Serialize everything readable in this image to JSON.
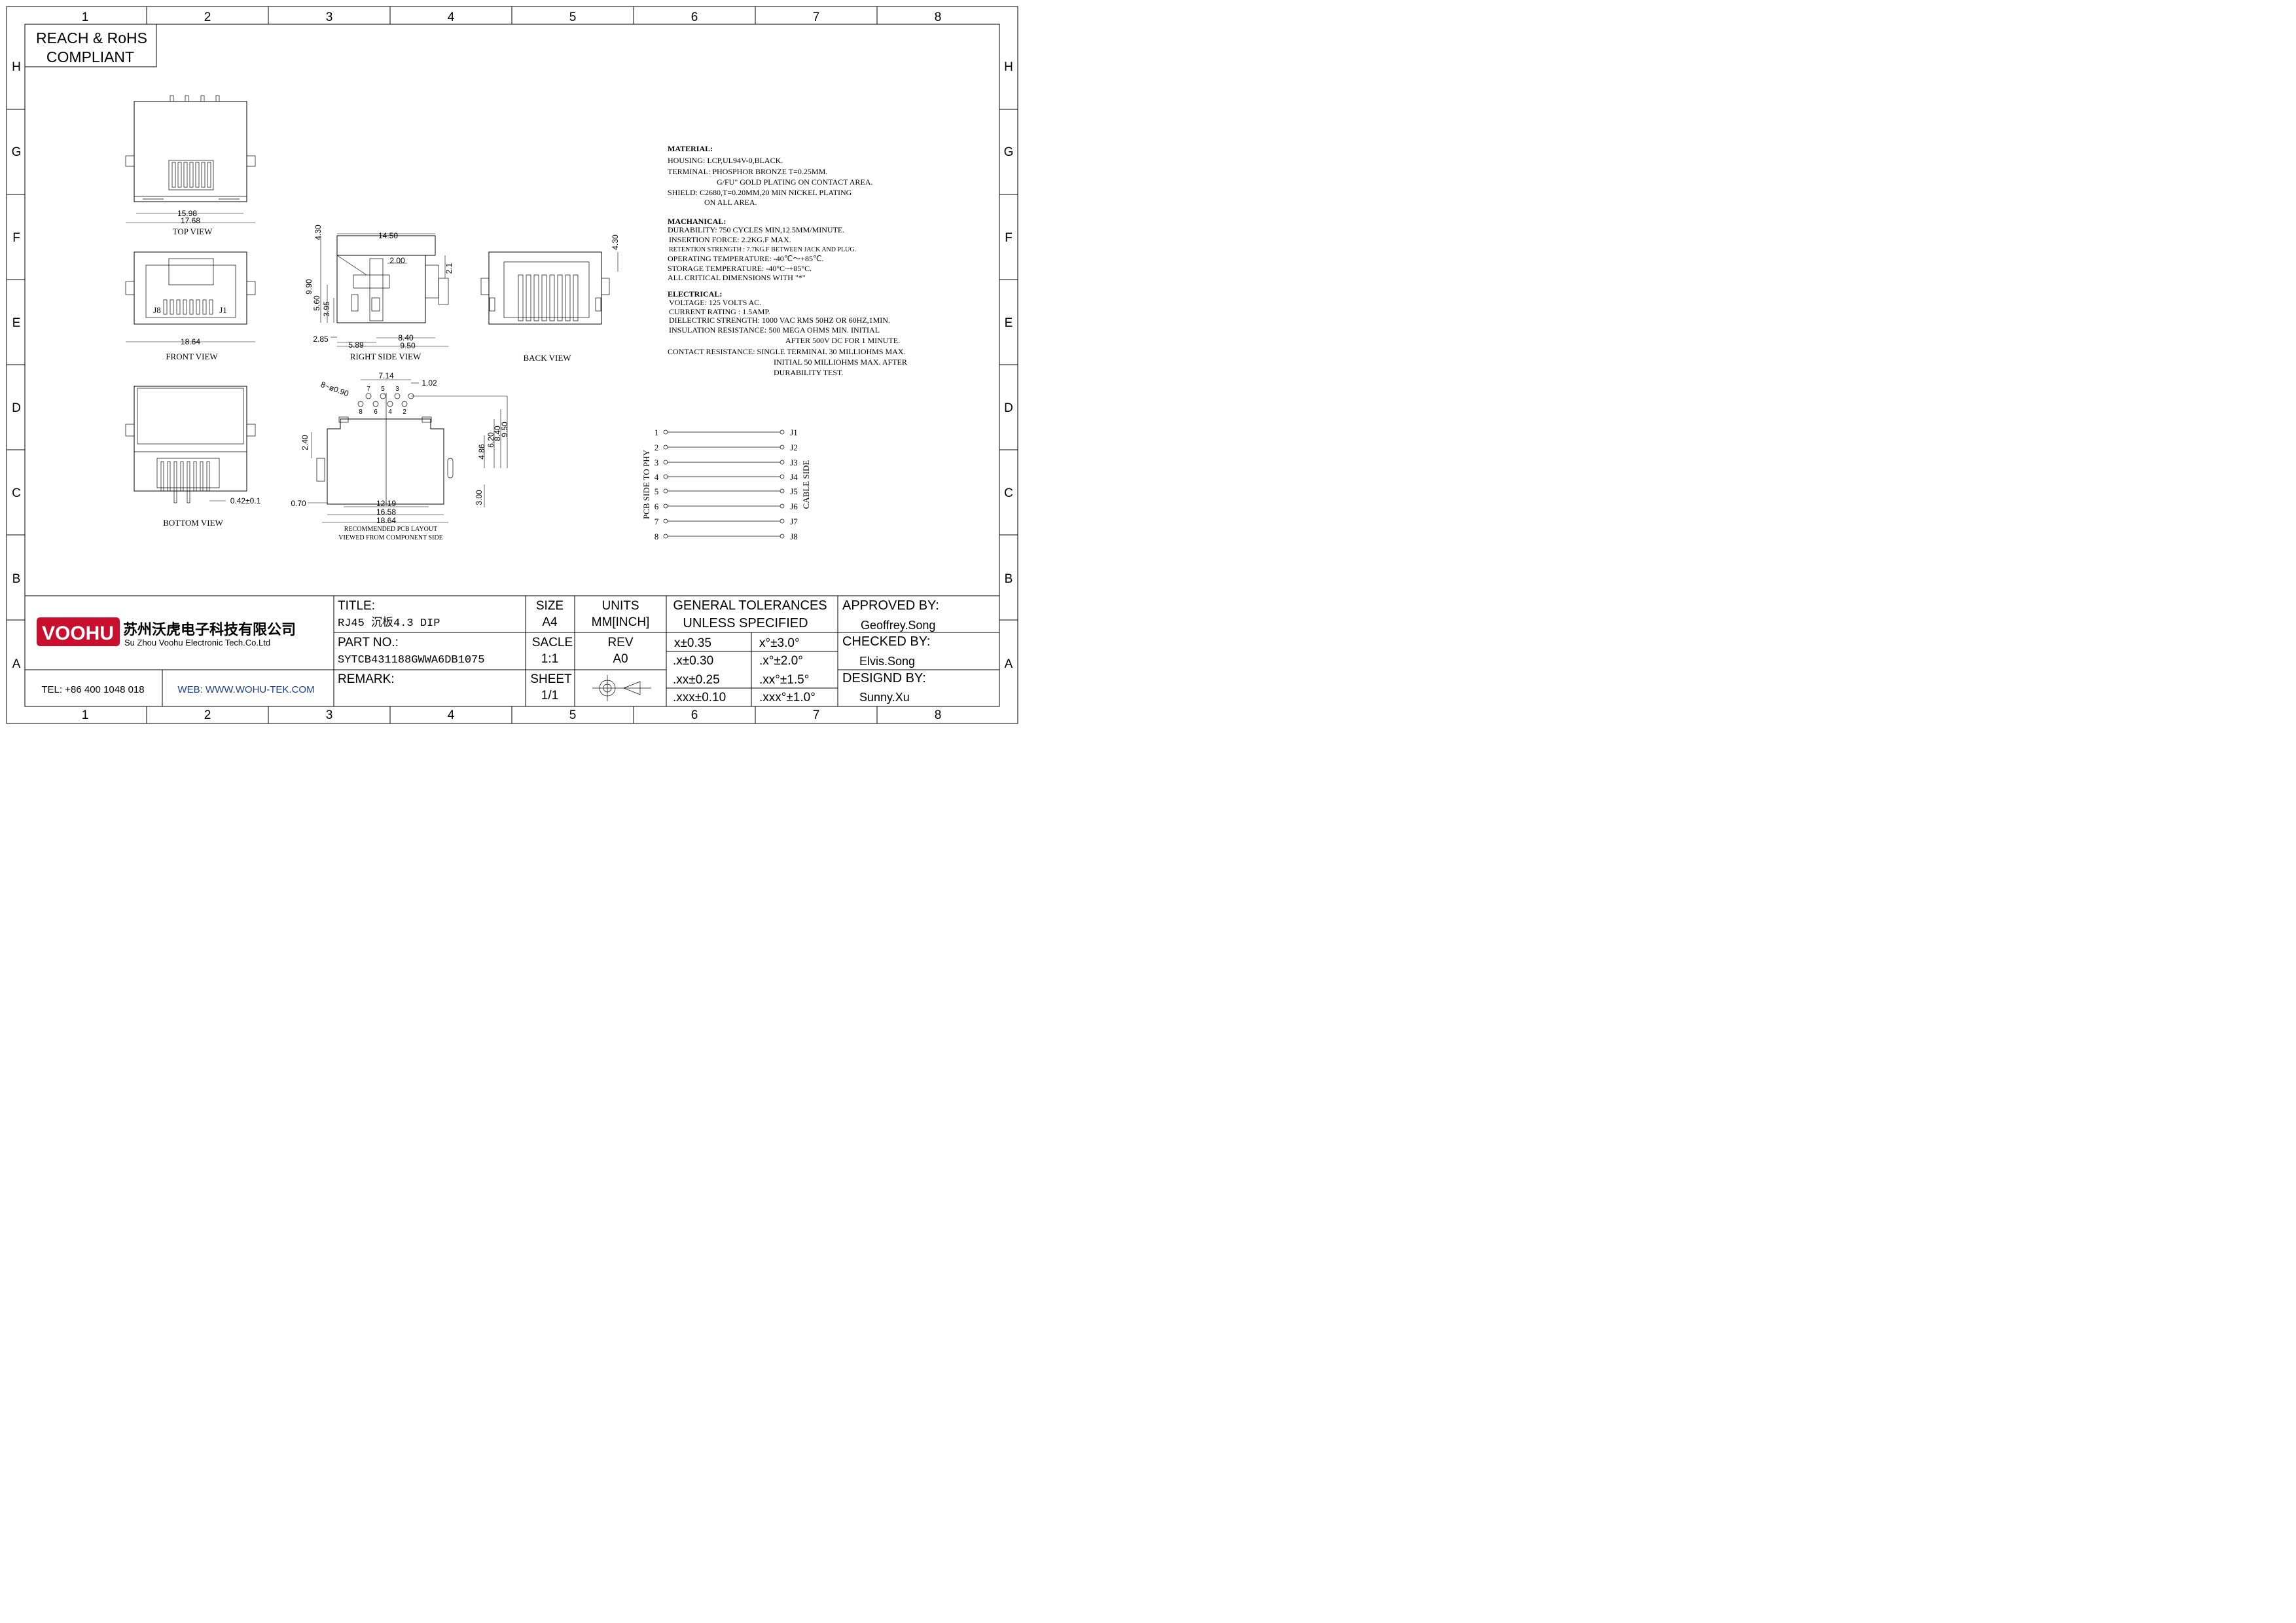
{
  "grid": {
    "columns": [
      "1",
      "2",
      "3",
      "4",
      "5",
      "6",
      "7",
      "8"
    ],
    "rows": [
      "H",
      "G",
      "F",
      "E",
      "D",
      "C",
      "B",
      "A"
    ]
  },
  "compliance": {
    "line1": "REACH & RoHS",
    "line2": "COMPLIANT"
  },
  "views": {
    "top_view": {
      "caption": "TOP VIEW",
      "dim1": "15.98",
      "dim2": "17.68"
    },
    "front_view": {
      "caption": "FRONT VIEW",
      "dim_width": "18.64",
      "pin_left": "J8",
      "pin_right": "J1"
    },
    "right_side_view": {
      "caption": "RIGHT SIDE VIEW",
      "dims": {
        "d14_50": "14.50",
        "d2_00": "2.00",
        "d4_30": "4.30",
        "d2_1": "2.1",
        "d9_90": "9.90",
        "d5_60": "5.60",
        "d3_95": "3.95",
        "d2_85": "2.85",
        "d5_89": "5.89",
        "d8_40": "8.40",
        "d9_50": "9.50"
      }
    },
    "back_view": {
      "caption": "BACK VIEW",
      "dim_height": "4.30"
    },
    "bottom_view": {
      "caption": "BOTTOM VIEW",
      "dim_pin": "0.42±0.1"
    },
    "pcb_layout": {
      "caption1": "RECOMMENDED PCB LAYOUT",
      "caption2": "VIEWED FROM COMPONENT SIDE",
      "hole_note": "8~ø0.90",
      "top_pins": [
        "7",
        "5",
        "3"
      ],
      "bottom_pins": [
        "8",
        "6",
        "4",
        "2"
      ],
      "dims": {
        "d7_14": "7.14",
        "d1_02": "1.02",
        "d2_40": "2.40",
        "d4_86": "4.86",
        "d6_20": "6.20",
        "d8_40": "8.40",
        "d9_50": "9.50",
        "d3_00": "3.00",
        "d0_70": "0.70",
        "d12_19": "12.19",
        "d16_58": "16.58",
        "d18_64": "18.64"
      }
    }
  },
  "specs": {
    "material_heading": "MATERIAL:",
    "material": [
      "HOUSING: LCP,UL94V-0,BLACK.",
      "TERMINAL: PHOSPHOR BRONZE T=0.25MM.",
      "G/FU\" GOLD PLATING ON CONTACT AREA.",
      "SHIELD: C2680,T=0.20MM,20 MIN NICKEL PLATING",
      "ON ALL AREA."
    ],
    "mechanical_heading": "MACHANICAL:",
    "mechanical": [
      "DURABILITY: 750 CYCLES MIN,12.5MM/MINUTE.",
      "INSERTION FORCE: 2.2KG.F MAX.",
      "RETENTION STRENGTH : 7.7KG.F BETWEEN JACK AND PLUG.",
      "OPERATING TEMPERATURE: -40℃～+85℃.",
      "STORAGE TEMPERATURE: -40°C~+85°C.",
      "ALL CRITICAL DIMENSIONS WITH \"*\""
    ],
    "electrical_heading": "ELECTRICAL:",
    "electrical": [
      "VOLTAGE: 125 VOLTS AC.",
      "CURRENT RATING : 1.5AMP.",
      "DIELECTRIC STRENGTH: 1000 VAC RMS 50HZ OR 60HZ,1MIN.",
      "INSULATION RESISTANCE: 500 MEGA OHMS MIN. INITIAL",
      "AFTER 500V DC FOR 1 MINUTE.",
      "CONTACT RESISTANCE: SINGLE TERMINAL 30 MILLIOHMS MAX.",
      "INITIAL 50 MILLIOHMS MAX. AFTER",
      "DURABILITY TEST."
    ]
  },
  "wiring": {
    "left_label": "PCB SIDE TO PHY",
    "right_label": "CABLE SIDE",
    "left_pins": [
      "1",
      "2",
      "3",
      "4",
      "5",
      "6",
      "7",
      "8"
    ],
    "right_pins": [
      "J1",
      "J2",
      "J3",
      "J4",
      "J5",
      "J6",
      "J7",
      "J8"
    ]
  },
  "title_block": {
    "logo": "VOOHU",
    "company_cn": "苏州沃虎电子科技有限公司",
    "company_en": "Su Zhou Voohu Electronic Tech.Co.Ltd",
    "tel": "TEL: +86 400 1048 018",
    "web": "WEB: WWW.WOHU-TEK.COM",
    "title_label": "TITLE:",
    "title_value": "RJ45 沉板4.3 DIP",
    "part_label": "PART NO.:",
    "part_value": "SYTCB431188GWWA6DB1075",
    "remark_label": "REMARK:",
    "size_label": "SIZE",
    "size_value": "A4",
    "units_label": "UNITS",
    "units_value": "MM[INCH]",
    "scale_label": "SACLE",
    "scale_value": "1:1",
    "rev_label": "REV",
    "rev_value": "A0",
    "sheet_label": "SHEET",
    "sheet_value": "1/1",
    "tol_heading1": "GENERAL TOLERANCES",
    "tol_heading2": "UNLESS SPECIFIED",
    "tolerances": [
      [
        "x±0.35",
        "x°±3.0°"
      ],
      [
        ".x±0.30",
        ".x°±2.0°"
      ],
      [
        ".xx±0.25",
        ".xx°±1.5°"
      ],
      [
        ".xxx±0.10",
        ".xxx°±1.0°"
      ]
    ],
    "approved_label": "APPROVED BY:",
    "approved_value": "Geoffrey.Song",
    "checked_label": "CHECKED BY:",
    "checked_value": "Elvis.Song",
    "designed_label": "DESIGND BY:",
    "designed_value": "Sunny.Xu"
  }
}
